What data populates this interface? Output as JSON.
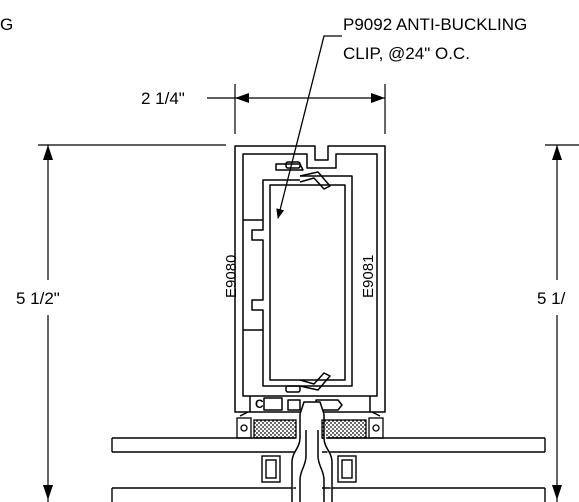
{
  "labels": {
    "partial_left": "G",
    "clip_line1": "P9092 ANTI-BUCKLING",
    "clip_line2": "CLIP, @24\" O.C.",
    "width_dim": "2 1/4\"",
    "height_dim_left": "5 1/2\"",
    "height_dim_right": "5 1/",
    "part_left": "E9080",
    "part_right": "E9081",
    "small_mark": "C"
  },
  "colors": {
    "line": "#000000",
    "background": "#ffffff",
    "hatch": "#000000"
  }
}
